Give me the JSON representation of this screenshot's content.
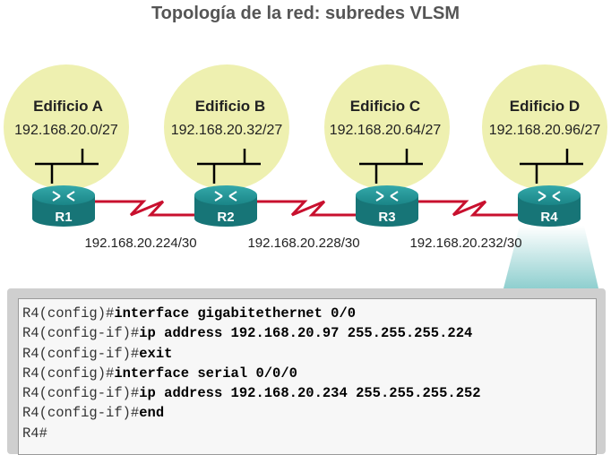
{
  "title": "Topología de la red: subredes VLSM",
  "buildings": [
    {
      "name": "Edificio A",
      "network": "192.168.20.0/27"
    },
    {
      "name": "Edificio B",
      "network": "192.168.20.32/27"
    },
    {
      "name": "Edificio C",
      "network": "192.168.20.64/27"
    },
    {
      "name": "Edificio D",
      "network": "192.168.20.96/27"
    }
  ],
  "routers": [
    "R1",
    "R2",
    "R3",
    "R4"
  ],
  "serial_links": [
    "192.168.20.224/30",
    "192.168.20.228/30",
    "192.168.20.232/30"
  ],
  "cli": [
    {
      "prompt": "R4(config)#",
      "command": "interface gigabitethernet 0/0"
    },
    {
      "prompt": "R4(config-if)#",
      "command": "ip address 192.168.20.97 255.255.255.224"
    },
    {
      "prompt": "R4(config-if)#",
      "command": "exit"
    },
    {
      "prompt": "R4(config)#",
      "command": "interface serial 0/0/0"
    },
    {
      "prompt": "R4(config-if)#",
      "command": "ip address 192.168.20.234 255.255.255.252"
    },
    {
      "prompt": "R4(config-if)#",
      "command": "end"
    },
    {
      "prompt": "R4#",
      "command": ""
    }
  ],
  "colors": {
    "building_circle": "#eef0b0",
    "router": "#1e8a8c",
    "serial_link": "#c8102e",
    "callout": "#9fd4d4"
  }
}
